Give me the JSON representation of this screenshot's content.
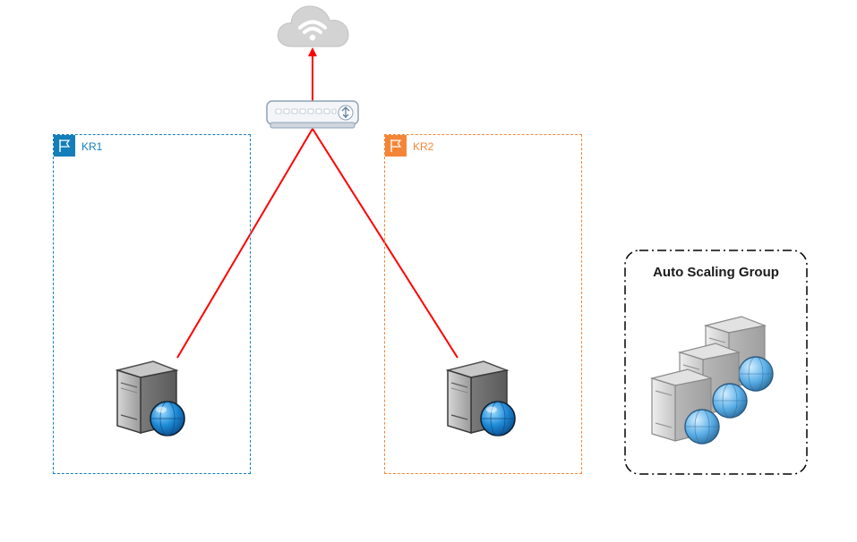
{
  "zones": {
    "kr1": {
      "label": "KR1",
      "color": "#147eba",
      "icon": "flag-icon"
    },
    "kr2": {
      "label": "KR2",
      "color": "#f58536",
      "icon": "flag-icon"
    }
  },
  "auto_scaling_group": {
    "title": "Auto Scaling Group"
  },
  "icons": {
    "internet": "cloud-wifi-icon",
    "router": "router-icon",
    "server": "web-server-icon",
    "server_cluster": "server-cluster-icon"
  },
  "connections": {
    "color": "#ff0000",
    "links": [
      {
        "from": "router",
        "to": "internet",
        "arrow": true
      },
      {
        "from": "router",
        "to": "server-kr1",
        "arrow": false
      },
      {
        "from": "router",
        "to": "server-kr2",
        "arrow": false
      }
    ]
  }
}
